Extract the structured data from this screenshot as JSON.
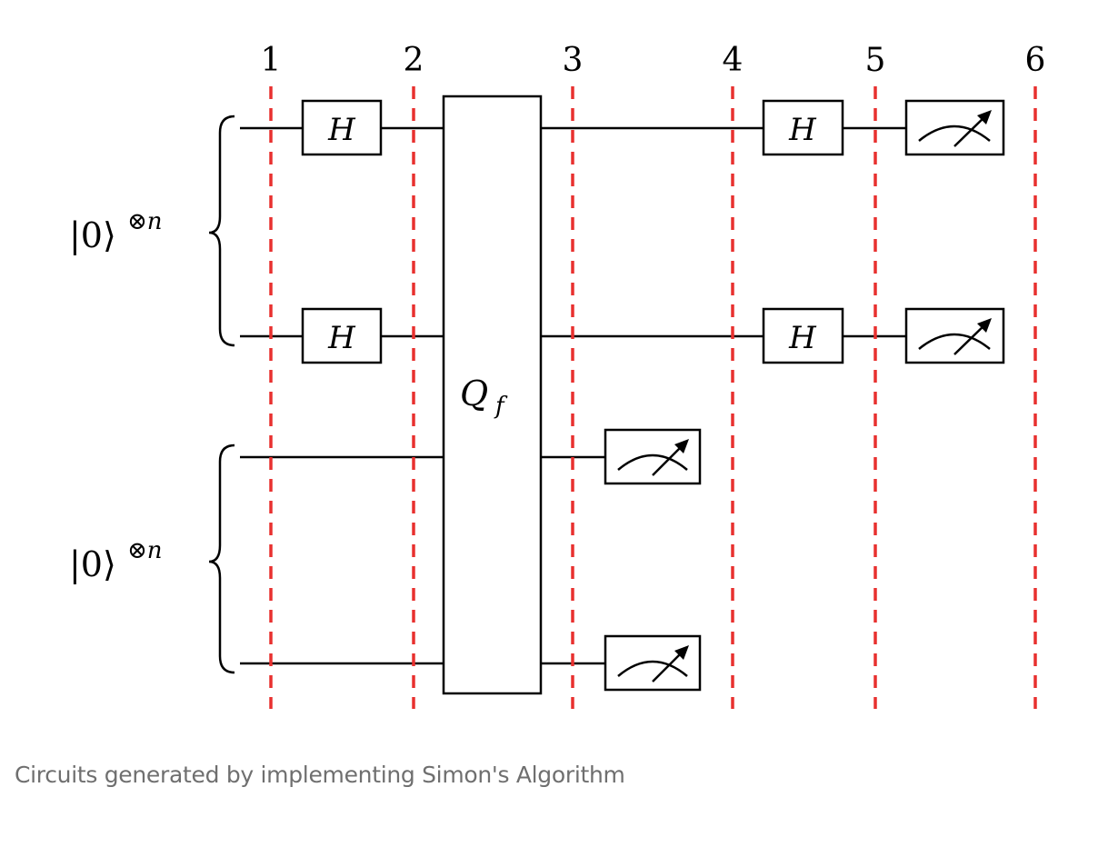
{
  "diagram": {
    "step_labels": [
      "1",
      "2",
      "3",
      "4",
      "5",
      "6"
    ],
    "register_labels": [
      {
        "ket": "|0⟩",
        "sup": "⊗n"
      },
      {
        "ket": "|0⟩",
        "sup": "⊗n"
      }
    ],
    "gates": {
      "hadamard": "H",
      "oracle_main": "Q",
      "oracle_sub": "f"
    },
    "colors": {
      "barrier": "#e8302f",
      "wire": "#000000"
    }
  },
  "caption": "Circuits generated by implementing Simon's Algorithm"
}
